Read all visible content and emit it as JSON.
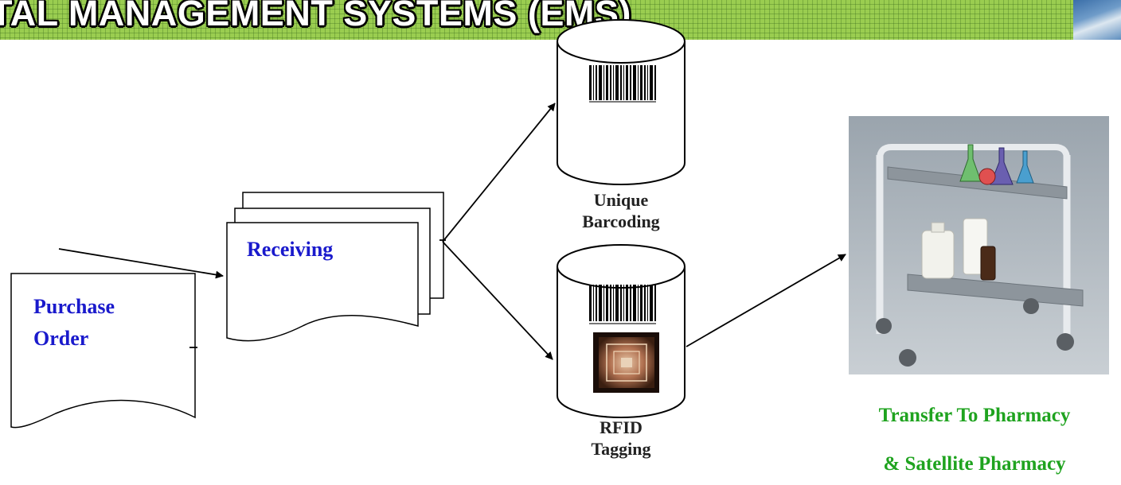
{
  "header": {
    "title": "TAL MANAGEMENT SYSTEMS (EMS)",
    "background_color": "#9acd50"
  },
  "documents": {
    "purchase_order": [
      "Purchase",
      "Order"
    ],
    "receiving": "Receiving"
  },
  "cylinders": {
    "barcoding": [
      "Unique",
      "Barcoding"
    ],
    "rfid": [
      "RFID",
      "Tagging"
    ]
  },
  "destination": {
    "image": "pharmacy-cart-photo",
    "caption": [
      "Transfer To Pharmacy",
      "& Satellite Pharmacy"
    ]
  },
  "colors": {
    "doc_text": "#1a1acc",
    "caption_text": "#1fa31f"
  }
}
